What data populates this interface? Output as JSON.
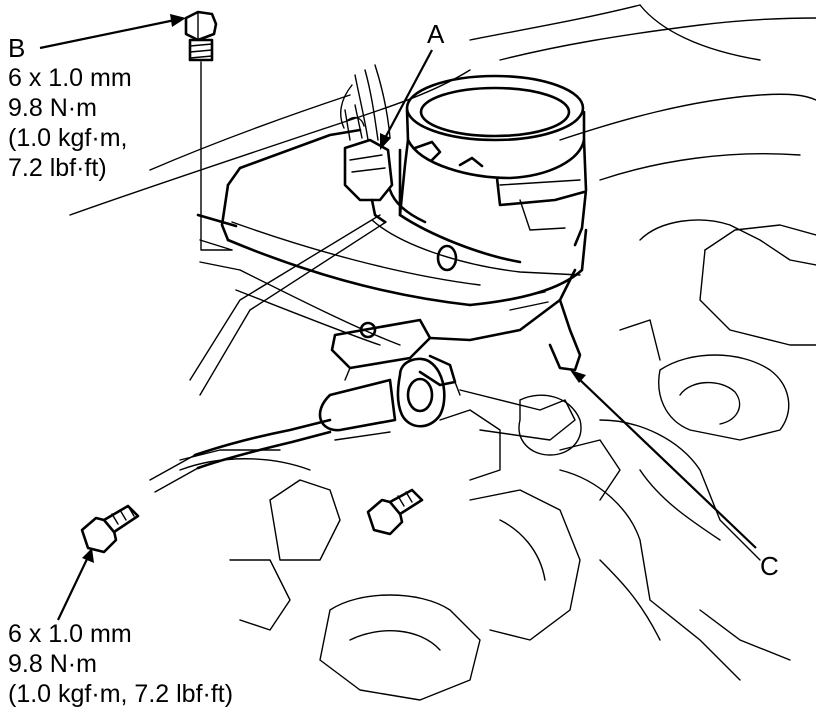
{
  "callouts": {
    "a": "A",
    "b": "B",
    "c": "C"
  },
  "spec_b": {
    "line1": "6 x 1.0 mm",
    "line2": "9.8 N·m",
    "line3": "(1.0 kgf·m,",
    "line4": "7.2 lbf·ft)"
  },
  "spec_bolts": {
    "line1": "6 x 1.0 mm",
    "line2": "9.8 N·m",
    "line3": "(1.0 kgf·m, 7.2 lbf·ft)"
  }
}
